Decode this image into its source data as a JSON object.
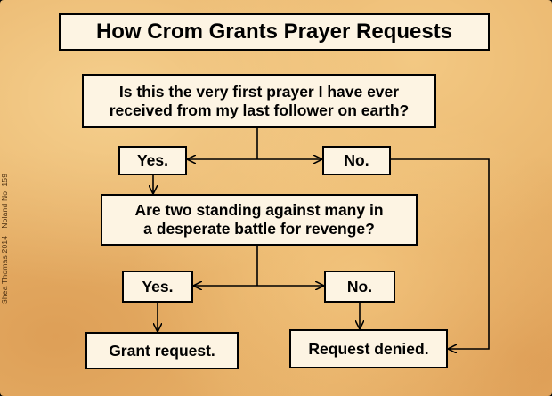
{
  "title": "How Crom Grants Prayer Requests",
  "question_1": {
    "line1": "Is this the very first prayer I have ever",
    "line2": "received from my last follower on earth?"
  },
  "question_2": {
    "line1": "Are two standing against many in",
    "line2": "a desperate battle for revenge?"
  },
  "answer_yes": "Yes.",
  "answer_no": "No.",
  "outcome_grant": "Grant request.",
  "outcome_deny": "Request denied.",
  "credit": {
    "author": "Shea Thomas 2014",
    "number": "Noland No. 159"
  }
}
